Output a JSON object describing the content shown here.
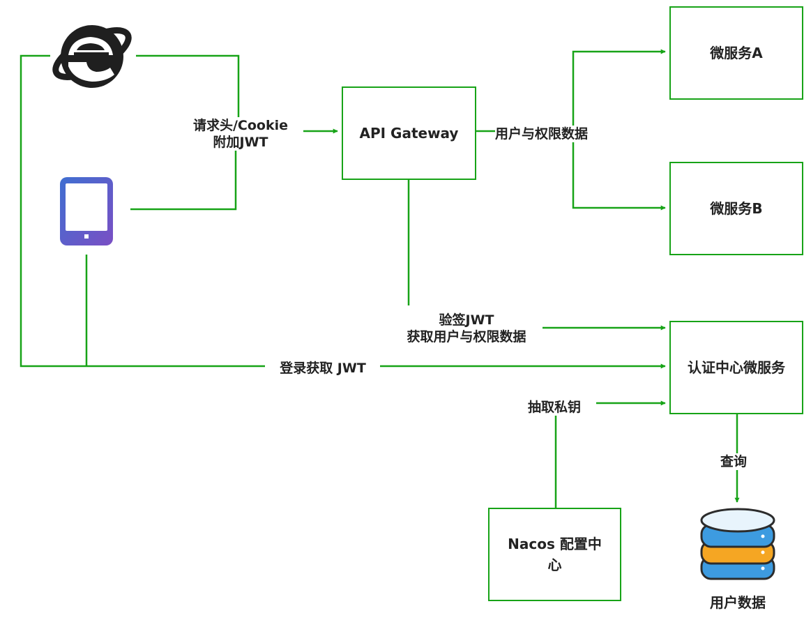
{
  "colors": {
    "line": "#17a317",
    "text": "#222222",
    "tablet_border": "#5b63c9",
    "db_blue": "#3d9be0",
    "db_orange": "#f5a623",
    "db_top": "#e8f4fc"
  },
  "icons": {
    "browser": "internet-explorer-icon",
    "tablet": "tablet-icon",
    "database": "database-icon"
  },
  "nodes": {
    "gateway": "API Gateway",
    "service_a": "微服务A",
    "service_b": "微服务B",
    "auth_center": "认证中心微服务",
    "nacos": "Nacos 配置中心",
    "user_data": "用户数据"
  },
  "edges": {
    "request_header_line1": "请求头/Cookie",
    "request_header_line2": "附加JWT",
    "user_permission_data": "用户与权限数据",
    "verify_line1": "验签JWT",
    "verify_line2": "获取用户与权限数据",
    "login": "登录获取 JWT",
    "extract_key": "抽取私钥",
    "query": "查询"
  }
}
